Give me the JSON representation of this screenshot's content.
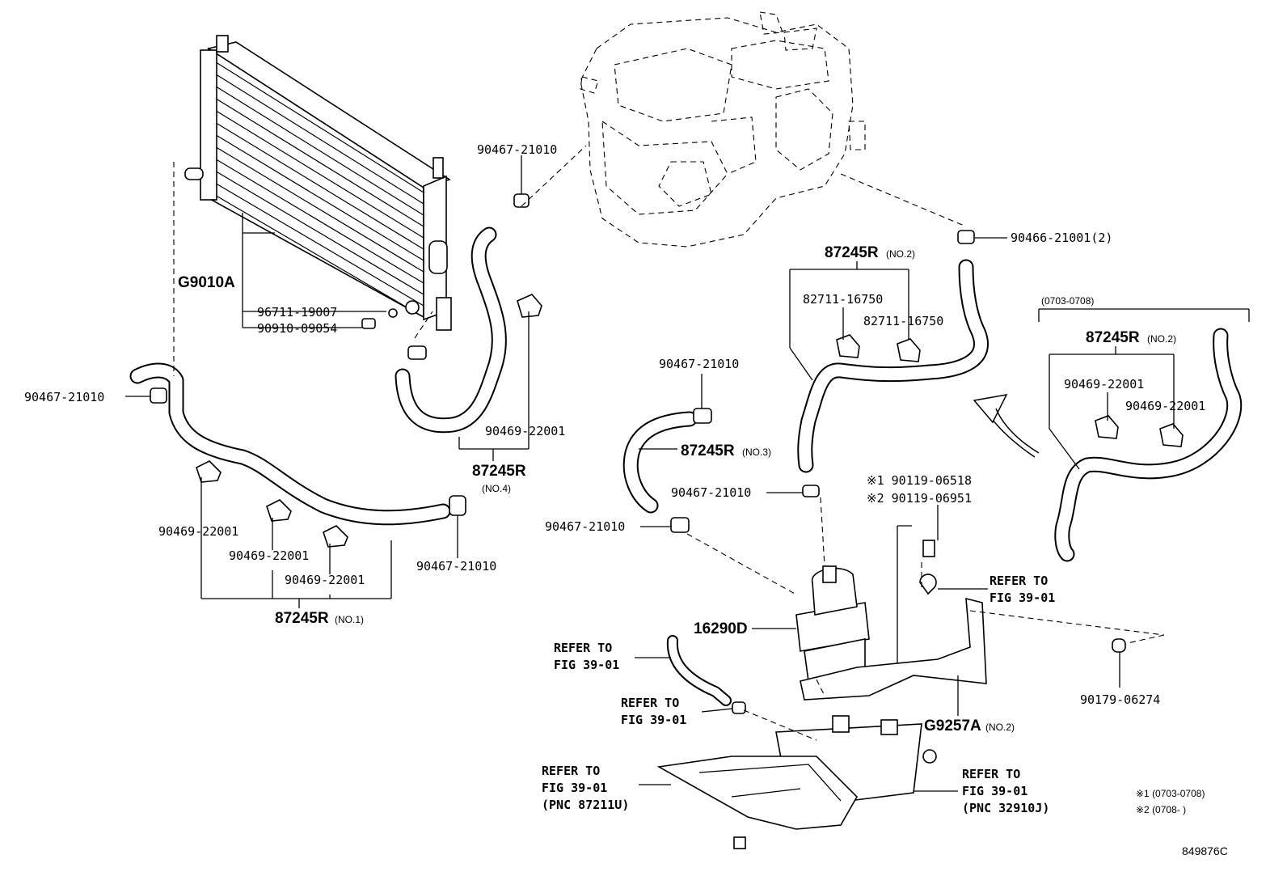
{
  "diagram": {
    "figure_code": "849876C",
    "labels": {
      "radiator": "G9010A",
      "radiator_part_a": "96711-19007",
      "radiator_part_b": "90910-09054",
      "clip_top": "90467-21010",
      "clip_left": "90467-21010",
      "clip_bottom_left": "90467-21010",
      "clip_mid_upper": "90467-21010",
      "clip_mid": "90467-21010",
      "clip_mid_lower": "90467-21010",
      "bracket_right": "90466-21001(2)",
      "hose_no1": "87245R",
      "hose_no1_sub": "(NO.1)",
      "hose_no2": "87245R",
      "hose_no2_sub": "(NO.2)",
      "hose_no2_alt": "87245R",
      "hose_no2_alt_sub": "(NO.2)",
      "hose_no3": "87245R",
      "hose_no3_sub": "(NO.3)",
      "hose_no4": "87245R",
      "hose_no4_sub": "(NO.4)",
      "clamp_a": "90469-22001",
      "clamp_b": "90469-22001",
      "clamp_c": "90469-22001",
      "clamp_d": "90469-22001",
      "clamp_e": "90469-22001",
      "clamp_f": "90469-22001",
      "clamp_g": "82711-16750",
      "clamp_h": "82711-16750",
      "range_box": "(0703-0708)",
      "bolt_1": "※1 90119-06518",
      "bolt_2": "※2 90119-06951",
      "pump": "16290D",
      "bracket_pump": "G9257A",
      "bracket_pump_sub": "(NO.2)",
      "nut": "90179-06274",
      "refer_to": "REFER TO",
      "fig": "FIG 39-01",
      "pnc_a": "(PNC 87211U)",
      "pnc_b": "(PNC 32910J)",
      "note_1": "※1 (0703-0708)",
      "note_2": "※2 (0708-     )"
    }
  }
}
